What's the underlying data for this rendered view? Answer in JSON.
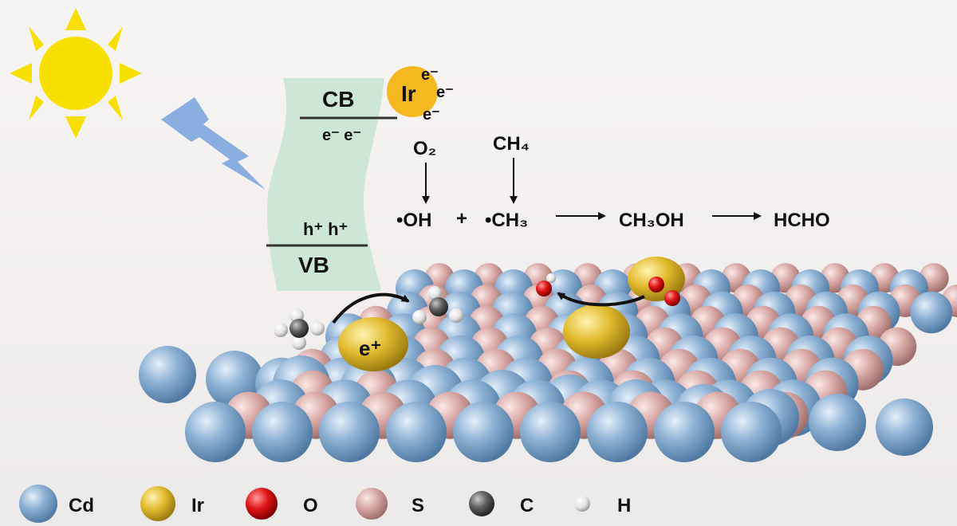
{
  "band": {
    "cb_label": "CB",
    "vb_label": "VB",
    "electrons": "e⁻ e⁻",
    "holes": "h⁺ h⁺"
  },
  "cocatalyst": {
    "label": "Ir",
    "electron": "e⁻"
  },
  "reaction": {
    "o2": "O₂",
    "ch4": "CH₄",
    "oh": "•OH",
    "plus": "+",
    "ch3": "•CH₃",
    "ch3oh": "CH₃OH",
    "hcho": "HCHO"
  },
  "surface": {
    "hole_label": "e⁺"
  },
  "legend": [
    {
      "label": "Cd",
      "color": "#7ea6cc"
    },
    {
      "label": "Ir",
      "color": "#d6b22c"
    },
    {
      "label": "O",
      "color": "#d11010"
    },
    {
      "label": "S",
      "color": "#d9a7a4"
    },
    {
      "label": "C",
      "color": "#5a5a5a"
    },
    {
      "label": "H",
      "color": "#eeeeee"
    }
  ],
  "colors": {
    "sun": "#f7e000",
    "lightning": "#8aaee0",
    "band": "#cde6d6"
  }
}
